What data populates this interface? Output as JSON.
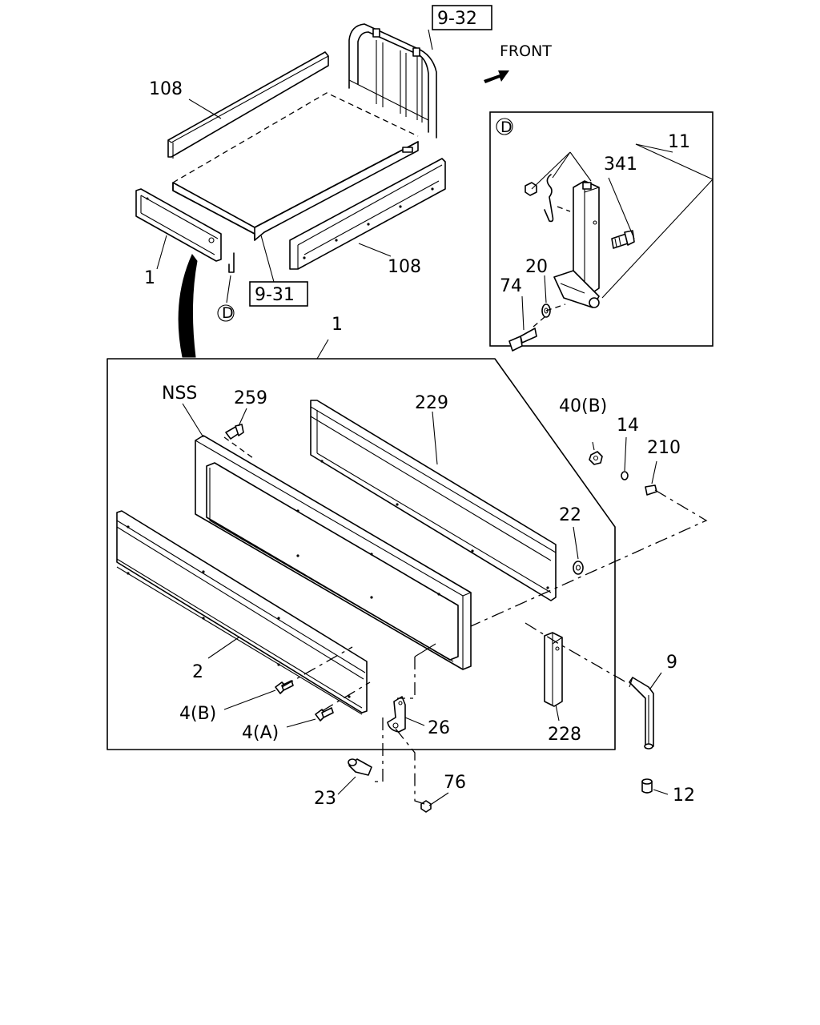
{
  "labels": {
    "ref_9_32": "9-32",
    "ref_9_31": "9-31",
    "front": "FRONT",
    "detail_letter": "D",
    "p108_top": "108",
    "p108_bottom": "108",
    "p1_top": "1",
    "p1_group": "1",
    "p11": "11",
    "p341": "341",
    "p20": "20",
    "p74": "74",
    "nss": "NSS",
    "p259": "259",
    "p229": "229",
    "p40b": "40(B)",
    "p14": "14",
    "p210": "210",
    "p22": "22",
    "p2": "2",
    "p4b": "4(B)",
    "p4a": "4(A)",
    "p26": "26",
    "p228": "228",
    "p9": "9",
    "p23": "23",
    "p76": "76",
    "p12": "12"
  }
}
